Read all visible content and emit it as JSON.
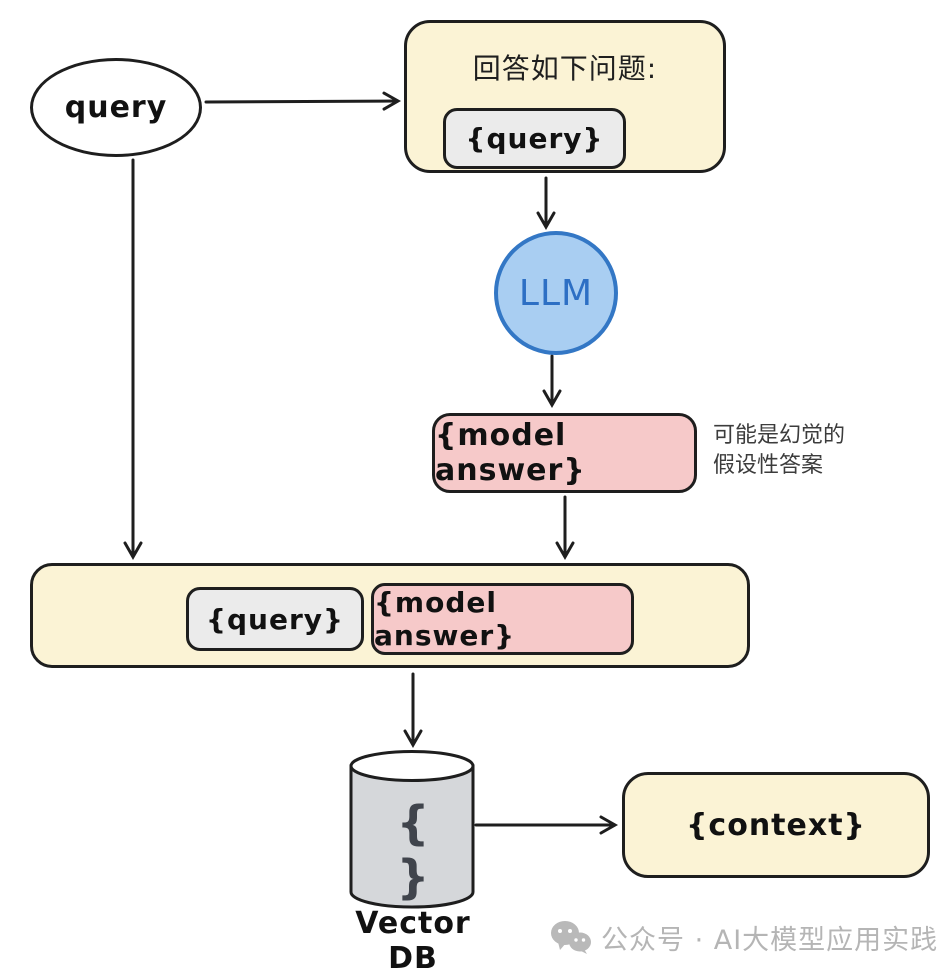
{
  "colors": {
    "yellow_fill": "#FBF3D5",
    "pink_fill": "#F6C9C9",
    "gray_chip_fill": "#EBEBEB",
    "cylinder_fill": "#D5D7DA",
    "llm_fill": "#A9CEF2",
    "llm_border": "#3377C5",
    "llm_text": "#2D6FC4",
    "stroke": "#1E1E1E",
    "watermark_gray": "#B5B5B5"
  },
  "nodes": {
    "query": "query",
    "prompt": {
      "title": "回答如下问题:",
      "chip": "{query}"
    },
    "llm": "LLM",
    "model_answer": "{model answer}",
    "note": {
      "line1": "可能是幻觉的",
      "line2": "假设性答案"
    },
    "combined": {
      "query_chip": "{query}",
      "answer_chip": "{model answer}"
    },
    "vector_db": {
      "braces": "{ }",
      "label": "Vector DB"
    },
    "context": "{context}"
  },
  "watermark": {
    "text": "公众号 · AI大模型应用实践"
  }
}
